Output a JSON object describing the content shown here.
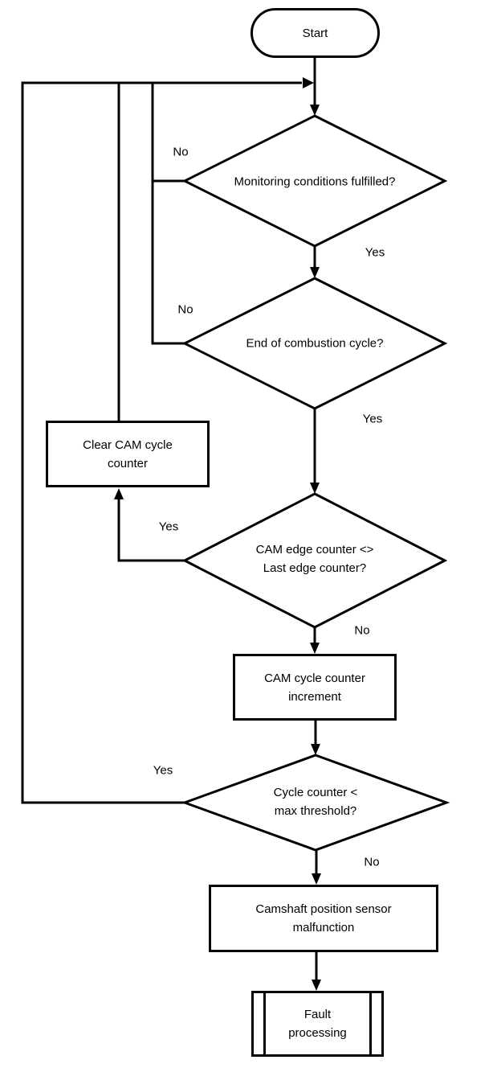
{
  "colors": {
    "line": "#000000",
    "background": "#ffffff",
    "text": "#000000"
  },
  "nodes": {
    "start": {
      "label": "Start"
    },
    "monitoring": {
      "label": "Monitoring conditions fulfilled?"
    },
    "combustion": {
      "label": "End of combustion cycle?"
    },
    "clear_counter": {
      "line1": "Clear CAM cycle",
      "line2": "counter"
    },
    "edge_counter": {
      "line1": "CAM edge counter <>",
      "line2": "Last edge counter?"
    },
    "increment": {
      "line1": "CAM cycle counter",
      "line2": "increment"
    },
    "threshold": {
      "line1": "Cycle counter <",
      "line2": "max threshold?"
    },
    "malfunction": {
      "line1": "Camshaft position sensor",
      "line2": "malfunction"
    },
    "fault_processing": {
      "line1": "Fault",
      "line2": "processing"
    }
  },
  "edge_labels": {
    "monitoring_no": "No",
    "monitoring_yes": "Yes",
    "combustion_no": "No",
    "combustion_yes": "Yes",
    "edge_counter_yes": "Yes",
    "edge_counter_no": "No",
    "threshold_yes": "Yes",
    "threshold_no": "No"
  }
}
